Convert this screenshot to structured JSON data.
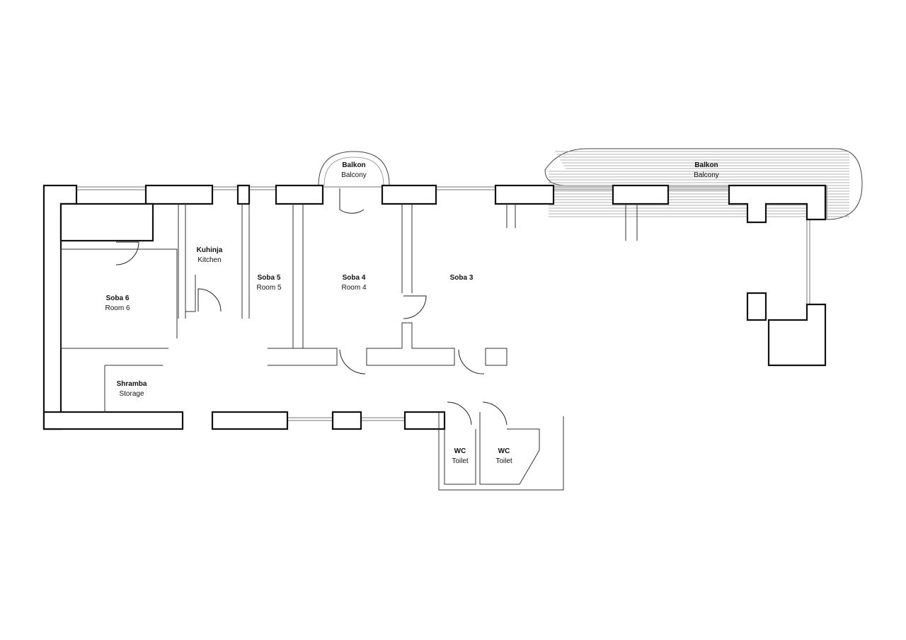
{
  "rooms": {
    "balcony_small": {
      "name_hr": "Balkon",
      "name_en": "Balcony"
    },
    "balcony_large": {
      "name_hr": "Balkon",
      "name_en": "Balcony"
    },
    "kitchen": {
      "name_hr": "Kuhinja",
      "name_en": "Kitchen"
    },
    "room6": {
      "name_hr": "Soba 6",
      "name_en": "Room 6"
    },
    "room5": {
      "name_hr": "Soba 5",
      "name_en": "Room 5"
    },
    "room4": {
      "name_hr": "Soba 4",
      "name_en": "Room 4"
    },
    "room3": {
      "name_hr": "Soba 3",
      "name_en": ""
    },
    "storage": {
      "name_hr": "Shramba",
      "name_en": "Storage"
    },
    "wc1": {
      "name_hr": "WC",
      "name_en": "Toilet"
    },
    "wc2": {
      "name_hr": "WC",
      "name_en": "Toilet"
    }
  },
  "colors": {
    "wall": "#111111",
    "background": "#ffffff",
    "window": "#777777"
  }
}
